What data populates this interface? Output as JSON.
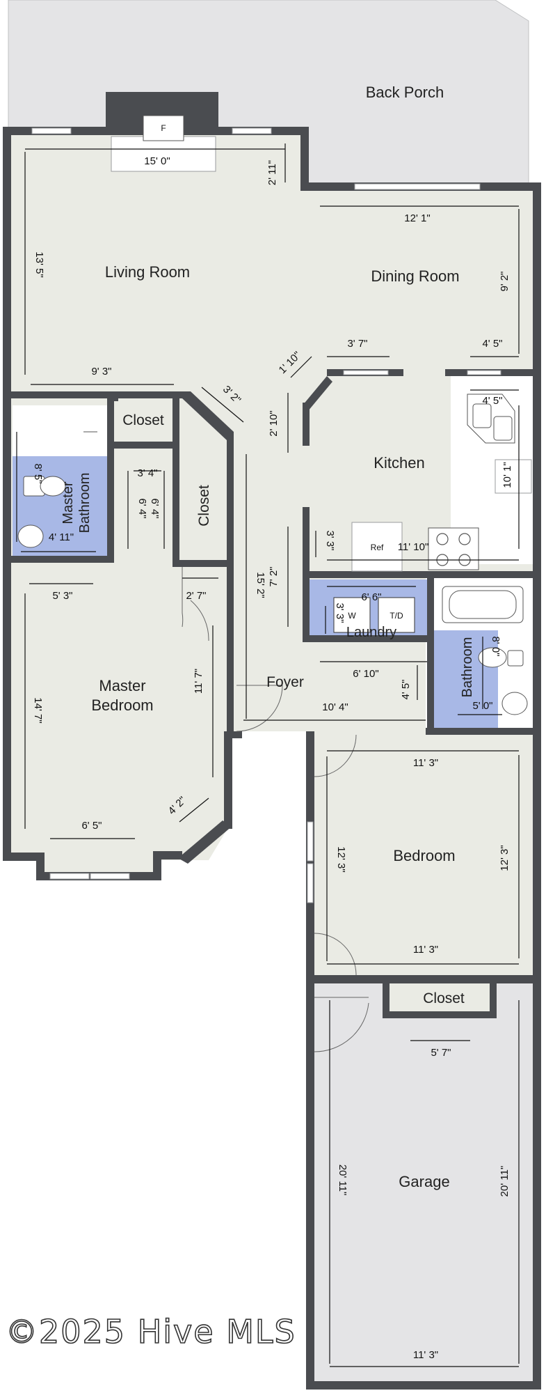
{
  "rooms": {
    "back_porch": "Back Porch",
    "living_room": "Living Room",
    "dining_room": "Dining Room",
    "kitchen": "Kitchen",
    "closet_top": "Closet",
    "closet_hall": "Closet",
    "master_bathroom_line1": "Master",
    "master_bathroom_line2": "Bathroom",
    "laundry": "Laundry",
    "foyer": "Foyer",
    "master_bedroom_line1": "Master",
    "master_bedroom_line2": "Bedroom",
    "bathroom": "Bathroom",
    "bedroom": "Bedroom",
    "closet_garage": "Closet",
    "garage": "Garage"
  },
  "fixtures": {
    "fireplace": "F",
    "refrigerator": "Ref",
    "washer": "W",
    "dryer": "T/D"
  },
  "dimensions": {
    "living_width": "15' 0\"",
    "fireplace_depth": "2' 11\"",
    "living_height": "13' 5\"",
    "living_lower_width": "9' 3\"",
    "angle_wall": "3' 2\"",
    "dining_width": "12' 1\"",
    "dining_height": "9' 2\"",
    "kitchen_top": "3' 7\"",
    "kitchen_angle": "1' 10\"",
    "kitchen_side": "2' 10\"",
    "kitchen_right_top": "4' 5\"",
    "sink_width": "4' 5\"",
    "kitchen_right_height": "10' 1\"",
    "kitchen_lower_short": "3' 3\"",
    "kitchen_lower_width": "11' 10\"",
    "hall_height": "15' 2\"",
    "hall_lower": "7' 2\"",
    "master_bath_height": "8' 5\"",
    "master_bath_width": "4' 11\"",
    "hall_closet_width": "3' 4\"",
    "hall_closet_depth1": "6' 4\"",
    "hall_closet_depth2": "6' 4\"",
    "master_bed_width": "5' 3\"",
    "master_bed_door": "2' 7\"",
    "master_bed_height": "14' 7\"",
    "master_bed_right": "11' 7\"",
    "bay_angle": "4' 2\"",
    "bay_width": "6' 5\"",
    "laundry_width": "6' 6\"",
    "laundry_depth": "3' 3\"",
    "laundry_lower": "6' 10\"",
    "foyer_width": "10' 4\"",
    "foyer_depth": "4' 5\"",
    "bath_height": "8' 0\"",
    "bath_width": "5' 0\"",
    "bedroom_top_width": "11' 3\"",
    "bedroom_left_height": "12' 3\"",
    "bedroom_right_height": "12' 3\"",
    "bedroom_bottom_width": "11' 3\"",
    "garage_closet_width": "5' 7\"",
    "garage_left_height": "20' 11\"",
    "garage_right_height": "20' 11\"",
    "garage_width": "11' 3\""
  },
  "watermark": "©2025 Hive MLS",
  "colors": {
    "wall": "#4a4c50",
    "floor": "#eaebe4",
    "porch": "#e4e4e6",
    "wet_area": "#a8b8e6",
    "background": "#ffffff"
  }
}
